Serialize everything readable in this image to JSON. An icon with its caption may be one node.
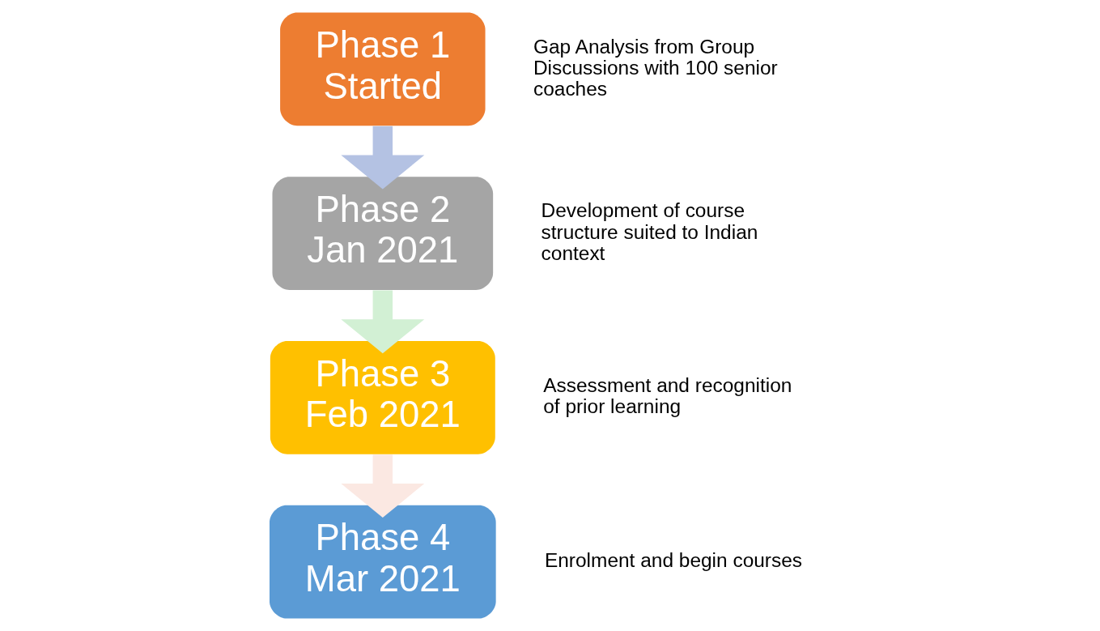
{
  "diagram": {
    "nodes": [
      {
        "text": [
          "Phase 1",
          "Started"
        ],
        "beside": [
          "Gap Analysis from Group Discussions with 100 senior coaches"
        ]
      },
      {
        "text": [
          "Phase 2",
          "Jan 2021"
        ],
        "beside": [
          "Development of course structure suited to Indian context"
        ]
      },
      {
        "text": [
          "Phase 3",
          "Feb 2021"
        ],
        "beside": [
          "Assessment and recognition of prior learning"
        ]
      },
      {
        "text": [
          "Phase 4",
          "Mar 2021"
        ],
        "beside": [
          "Enrolment and begin courses"
        ]
      }
    ],
    "edges": [
      {
        "from": 0,
        "to": 1,
        "arrow": "to",
        "color": "#b4c2e3"
      },
      {
        "from": 1,
        "to": 2,
        "arrow": "to",
        "color": "#d2f0d4"
      },
      {
        "from": 2,
        "to": 3,
        "arrow": "to",
        "color": "#fbe8e2"
      }
    ]
  }
}
